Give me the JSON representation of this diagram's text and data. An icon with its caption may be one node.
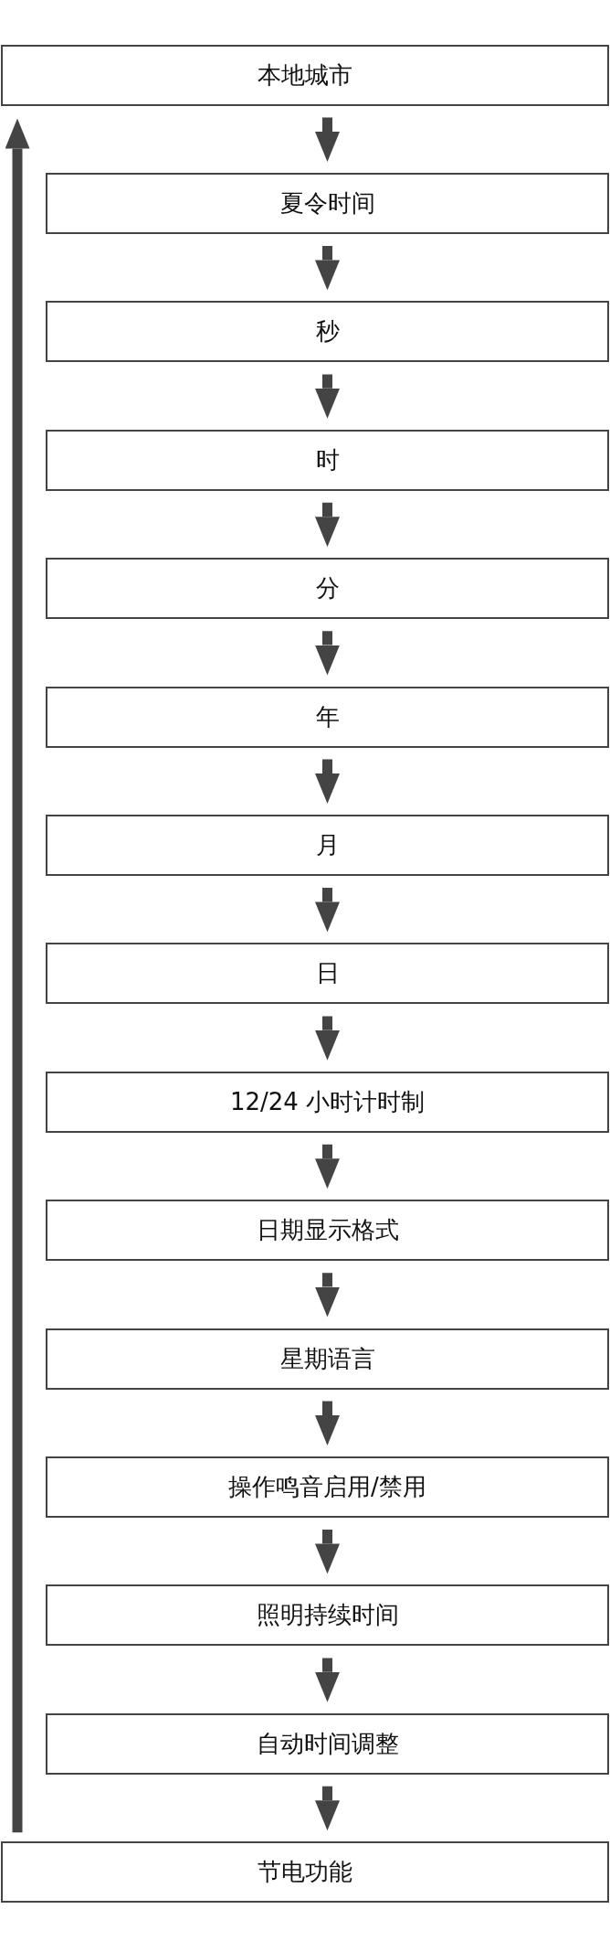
{
  "diagram": {
    "nodes": [
      {
        "text": [
          "本地城市"
        ]
      },
      {
        "text": [
          "夏令时间"
        ]
      },
      {
        "text": [
          "秒"
        ]
      },
      {
        "text": [
          "时"
        ]
      },
      {
        "text": [
          "分"
        ]
      },
      {
        "text": [
          "年"
        ]
      },
      {
        "text": [
          "月"
        ]
      },
      {
        "text": [
          "日"
        ]
      },
      {
        "text": [
          "12/24 小时计时制"
        ]
      },
      {
        "text": [
          "日期显示格式"
        ]
      },
      {
        "text": [
          "星期语言"
        ]
      },
      {
        "text": [
          "操作鸣音启用/禁用"
        ]
      },
      {
        "text": [
          "照明持续时间"
        ]
      },
      {
        "text": [
          "自动时间调整"
        ]
      },
      {
        "text": [
          "节电功能"
        ]
      }
    ],
    "edges": [
      {
        "from": 0,
        "to": 1,
        "arrow": "to"
      },
      {
        "from": 1,
        "to": 2,
        "arrow": "to"
      },
      {
        "from": 2,
        "to": 3,
        "arrow": "to"
      },
      {
        "from": 3,
        "to": 4,
        "arrow": "to"
      },
      {
        "from": 4,
        "to": 5,
        "arrow": "to"
      },
      {
        "from": 5,
        "to": 6,
        "arrow": "to"
      },
      {
        "from": 6,
        "to": 7,
        "arrow": "to"
      },
      {
        "from": 7,
        "to": 8,
        "arrow": "to"
      },
      {
        "from": 8,
        "to": 9,
        "arrow": "to"
      },
      {
        "from": 9,
        "to": 10,
        "arrow": "to"
      },
      {
        "from": 10,
        "to": 11,
        "arrow": "to"
      },
      {
        "from": 11,
        "to": 12,
        "arrow": "to"
      },
      {
        "from": 12,
        "to": 13,
        "arrow": "to"
      },
      {
        "from": 13,
        "to": 14,
        "arrow": "to"
      },
      {
        "from": 14,
        "to": 0,
        "arrow": "to"
      }
    ]
  }
}
